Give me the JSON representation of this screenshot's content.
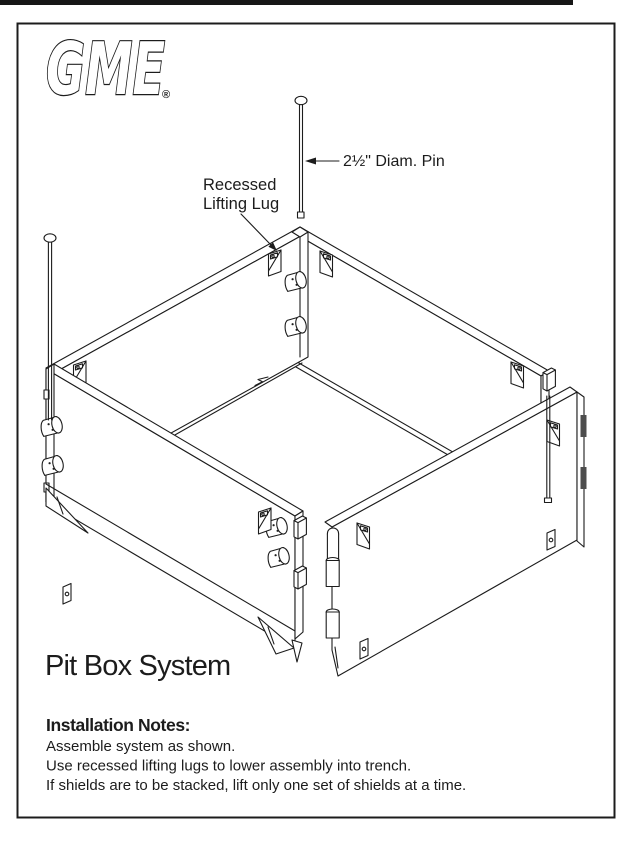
{
  "logo": {
    "text": "GME",
    "registered": "®"
  },
  "diagram": {
    "pin_label": "2½\" Diam. Pin",
    "lug_label": {
      "line1": "Recessed",
      "line2": "Lifting Lug"
    },
    "title": "Pit Box System"
  },
  "notes": {
    "heading": "Installation Notes:",
    "lines": [
      "Assemble system as shown.",
      "Use recessed lifting lugs to lower assembly into trench.",
      "If shields are to be stacked, lift only one set of shields at a time."
    ]
  },
  "colors": {
    "ink": "#1c1c1c",
    "paper": "#ffffff"
  }
}
